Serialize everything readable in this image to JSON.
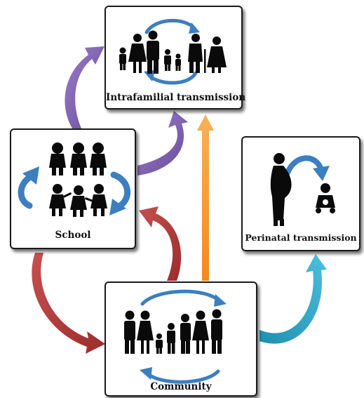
{
  "nodes": {
    "intrafamilial": {
      "label": "Intrafamilial transmission"
    },
    "school": {
      "label": "School"
    },
    "perinatal": {
      "label": "Perinatal transmission"
    },
    "community": {
      "label": "Community"
    }
  },
  "colors": {
    "purple": "#7f5fb0",
    "red": "#b23b3b",
    "orange": "#f39a2e",
    "teal": "#2ea2c2",
    "blue": "#3c7fc0",
    "figure": "#0a0a0a"
  },
  "icons": [
    "family-icon",
    "children-icon",
    "pregnant-woman-icon",
    "baby-icon",
    "crowd-icon",
    "cycle-arrow-icon"
  ]
}
